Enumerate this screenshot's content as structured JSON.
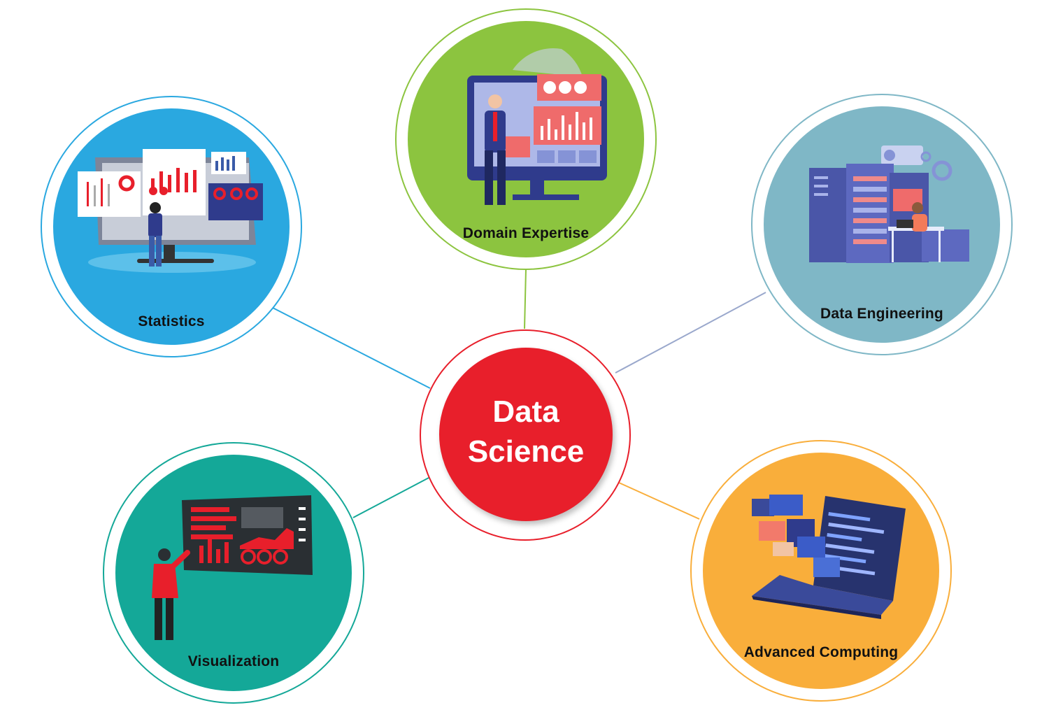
{
  "center": {
    "line1": "Data",
    "line2": "Science",
    "color": "#e81f2b"
  },
  "nodes": {
    "domain": {
      "label": "Domain Expertise",
      "color": "#8cc43f",
      "ring": "#8cc43f"
    },
    "statistics": {
      "label": "Statistics",
      "color": "#2aa8e0",
      "ring": "#2aa8e0"
    },
    "engineering": {
      "label": "Data Engineering",
      "color": "#7fb7c6",
      "ring": "#7fb7c6"
    },
    "visualization": {
      "label": "Visualization",
      "color": "#14a898",
      "ring": "#14a898"
    },
    "computing": {
      "label": "Advanced Computing",
      "color": "#f9ae3b",
      "ring": "#f9ae3b"
    }
  }
}
